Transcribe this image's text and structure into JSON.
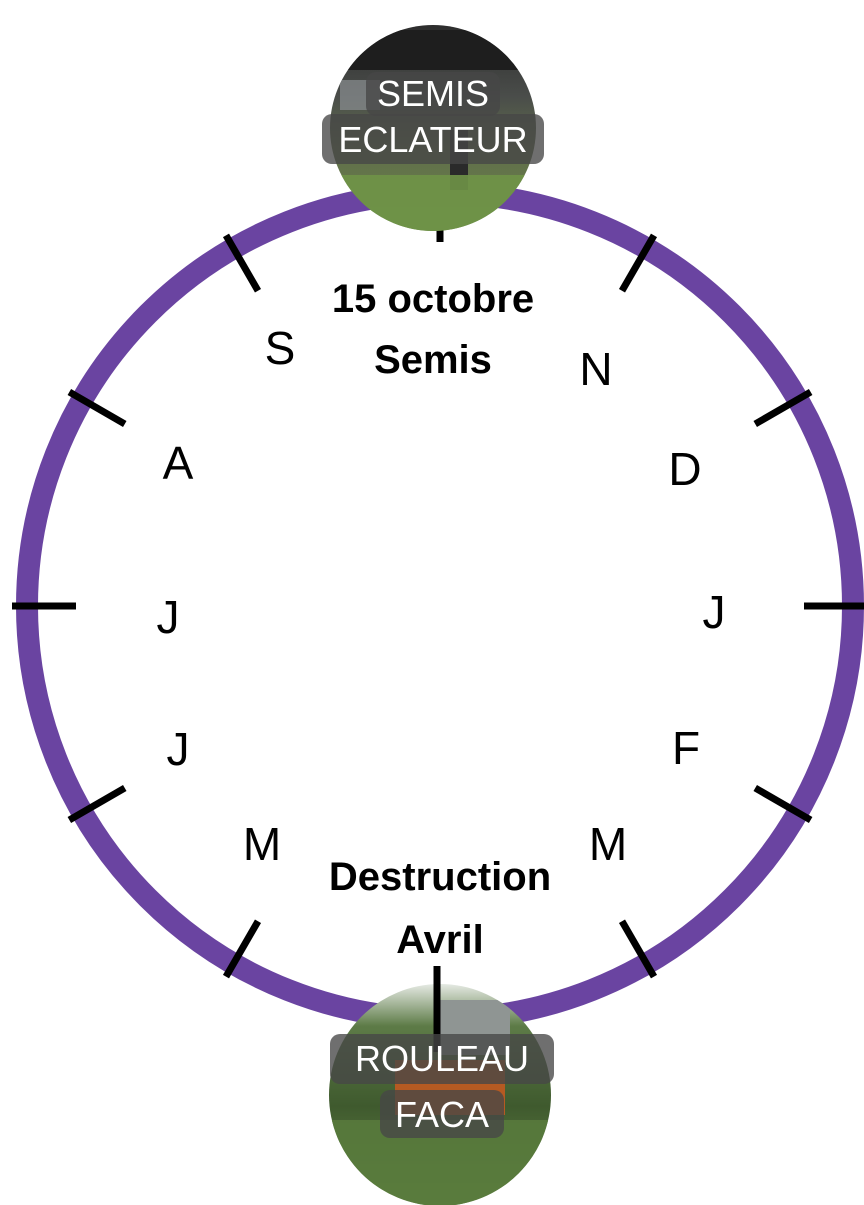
{
  "colors": {
    "ring": "#6a44a1",
    "tick": "#000000",
    "badge_bg": "rgba(70,70,70,0.78)",
    "badge_text": "#ffffff",
    "text": "#000000"
  },
  "months": [
    {
      "label": "S"
    },
    {
      "label": "N"
    },
    {
      "label": "D"
    },
    {
      "label": "J"
    },
    {
      "label": "F"
    },
    {
      "label": "M"
    },
    {
      "label": "M"
    },
    {
      "label": "J"
    },
    {
      "label": "J"
    },
    {
      "label": "A"
    }
  ],
  "top_event": {
    "line1": "15 octobre",
    "line2": "Semis",
    "badge_line1": "SEMIS",
    "badge_line2": "ECLATEUR",
    "photo": "seeder-photo"
  },
  "bottom_event": {
    "line1": "Destruction",
    "line2": "Avril",
    "badge_line1": "ROULEAU",
    "badge_line2": "FACA",
    "photo": "roller-crusher-photo"
  }
}
